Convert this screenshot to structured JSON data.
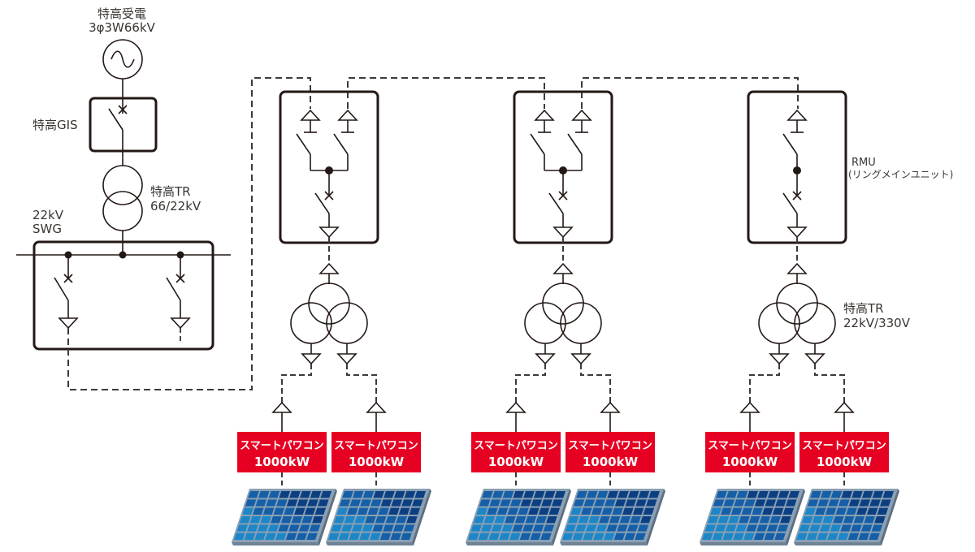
{
  "diagram": {
    "type": "single-line electrical diagram (solar power plant)",
    "colors": {
      "line": "#231815",
      "dashed": "#3e3a39",
      "pcs_fill": "#e60022",
      "pcs_text": "#ffffff",
      "panel_dark": "#0a3a78",
      "panel_light": "#1a8fd0"
    },
    "source": {
      "title": "特高受電",
      "spec": "3φ3W66kV",
      "icon": "ac-source-icon"
    },
    "gis": {
      "label": "特高GIS"
    },
    "main_transformer": {
      "label": "特高TR",
      "ratio": "66/22kV"
    },
    "switchgear": {
      "label_line1": "22kV",
      "label_line2": "SWG"
    },
    "rmu": {
      "label": "RMU",
      "sublabel": "(リングメインユニット)"
    },
    "feeder_transformer": {
      "label": "特高TR",
      "ratio": "22kV/330V"
    },
    "units": [
      {
        "id": "unit-1",
        "pcs": [
          {
            "name": "スマートパワコン",
            "power": "1000kW"
          },
          {
            "name": "スマートパワコン",
            "power": "1000kW"
          }
        ]
      },
      {
        "id": "unit-2",
        "pcs": [
          {
            "name": "スマートパワコン",
            "power": "1000kW"
          },
          {
            "name": "スマートパワコン",
            "power": "1000kW"
          }
        ]
      },
      {
        "id": "unit-3",
        "pcs": [
          {
            "name": "スマートパワコン",
            "power": "1000kW"
          },
          {
            "name": "スマートパワコン",
            "power": "1000kW"
          }
        ]
      }
    ]
  }
}
